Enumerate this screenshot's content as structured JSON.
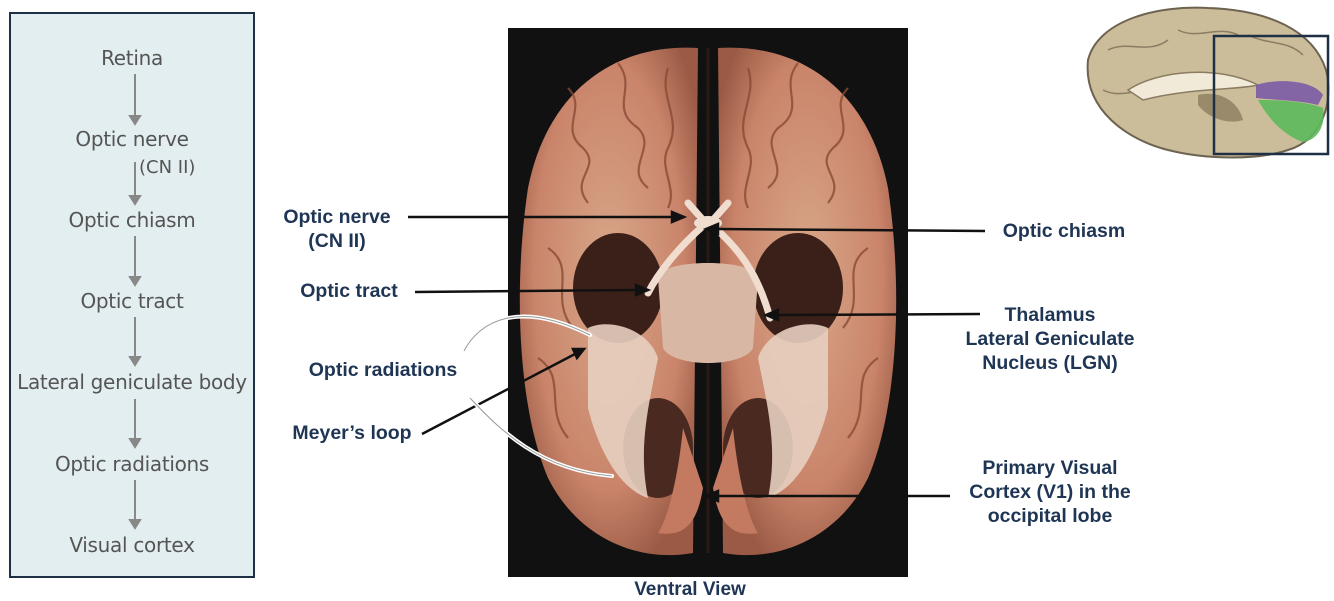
{
  "flowchart": {
    "steps": [
      "Retina",
      "Optic nerve",
      "Optic chiasm",
      "Optic tract",
      "Lateral geniculate body",
      "Optic radiations",
      "Visual cortex"
    ],
    "note": "(CN II)"
  },
  "labels": {
    "optic_nerve": "Optic nerve",
    "optic_nerve_sub": "(CN II)",
    "optic_tract": "Optic tract",
    "optic_radiations": "Optic radiations",
    "meyers_loop": "Meyer’s loop",
    "optic_chiasm": "Optic chiasm",
    "thalamus": "Thalamus",
    "lgn_line1": "Lateral Geniculate",
    "lgn_line2": "Nucleus (LGN)",
    "v1_line1": "Primary Visual",
    "v1_line2": "Cortex (V1) in the",
    "v1_line3": "occipital lobe"
  },
  "caption": "Ventral View",
  "colors": {
    "label_text": "#1f3554",
    "panel_bg": "#e3eef0",
    "panel_border": "#1f2f45",
    "inset_purple": "#7b5aa6",
    "inset_green": "#5cb85c"
  }
}
